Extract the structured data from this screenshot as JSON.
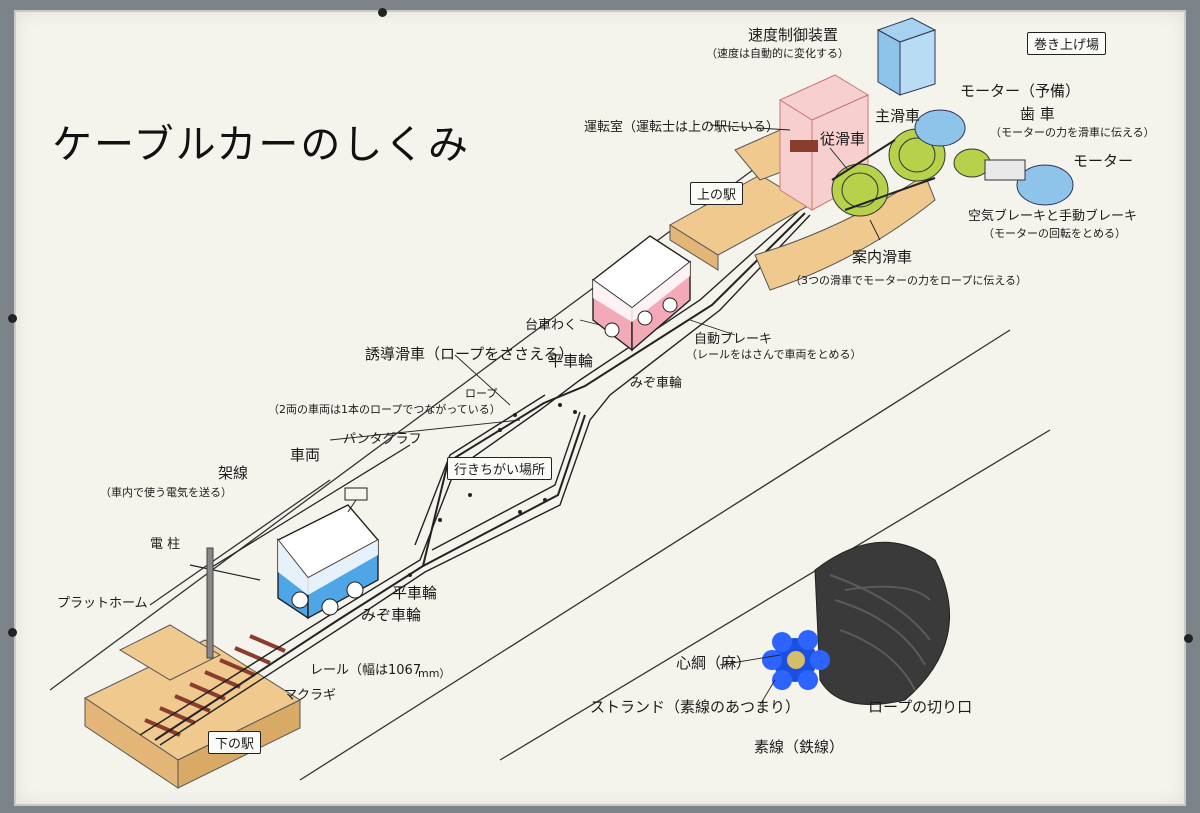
{
  "title": "ケーブルカーのしくみ",
  "labels": {
    "hoist_station": "巻き上げ場",
    "speed_control": "速度制御装置",
    "speed_control_note": "（速度は自動的に変化する）",
    "motor_spare": "モーター（予備）",
    "main_pulley": "主滑車",
    "gear": "歯 車",
    "gear_note": "（モーターの力を滑車に伝える）",
    "motor": "モーター",
    "control_room": "運転室（運転士は上の駅にいる）",
    "driven_pulley": "従滑車",
    "upper_station": "上の駅",
    "brakes": "空気ブレーキと手動ブレーキ",
    "brakes_note": "（モーターの回転をとめる）",
    "guide_pulley": "案内滑車",
    "guide_pulley_note": "（3つの滑車でモーターの力をロープに伝える）",
    "bogie_frame": "台車わく",
    "auto_brake": "自動ブレーキ",
    "auto_brake_note": "（レールをはさんで車両をとめる）",
    "flat_wheel_top": "平車輪",
    "groove_wheel_top": "みぞ車輪",
    "induction_pulley": "誘導滑車（ロープをささえる）",
    "rope": "ロープ",
    "connected_note": "（2両の車両は1本のロープでつながっている）",
    "passing_place": "行きちがい場所",
    "car": "車両",
    "pantograph": "パンタグラフ",
    "overhead_wire": "架線",
    "overhead_note": "（車内で使う電気を送る）",
    "pole": "電 柱",
    "platform": "プラットホーム",
    "flat_wheel": "平車輪",
    "groove_wheel": "みぞ車輪",
    "rail": "レール（幅は1067",
    "rail_unit": "mm）",
    "sleeper": "マクラギ",
    "lower_station": "下の駅",
    "core_rope": "心綱（麻）",
    "strand": "ストランド（素線のあつまり）",
    "wire": "素線（鉄線）",
    "rope_section": "ロープの切り口"
  },
  "colors": {
    "station": "#f0c98f",
    "control_room": "#f7cfcf",
    "pulley": "#b6d24a",
    "motor": "#8ec4ea",
    "car_top": "#f3a9b8",
    "car_bottom": "#4fa6e6",
    "strand": "#1a4fe0",
    "core": "#d6bd6a"
  }
}
